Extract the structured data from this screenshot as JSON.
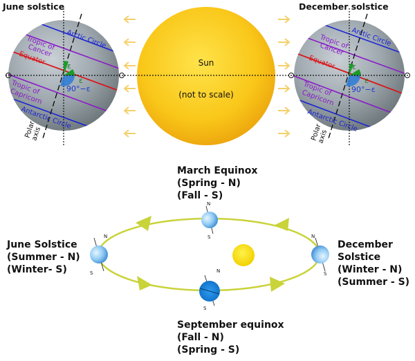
{
  "top": {
    "june_title": "June solstice",
    "december_title": "December solstice",
    "sun_label": "Sun",
    "sun_note": "(not to scale)",
    "globe_labels": {
      "arctic": "Arctic Circle",
      "cancer_1": "Tropic of",
      "cancer_2": "Cancer",
      "equator": "Equator",
      "capricorn_1": "Tropic of",
      "capricorn_2": "Capricorn",
      "antarctic": "Antarctic Circle",
      "polar_1": "Polar",
      "polar_2": "axis",
      "epsilon": "ε",
      "ninety": "90°−ε"
    }
  },
  "orbit": {
    "march": [
      "March Equinox",
      "(Spring - N)",
      "(Fall - S)"
    ],
    "june": [
      "June Solstice",
      "(Summer - N)",
      "(Winter- S)"
    ],
    "december": [
      "December",
      "Solstice",
      "(Winter - N)",
      "(Summer - S)"
    ],
    "september": [
      "September equinox",
      "(Fall - N)",
      "(Spring - S)"
    ],
    "north": "N",
    "south": "S"
  },
  "colors": {
    "sun": "#f6c21a",
    "arrows": "#f4d06a",
    "arctic": "#1a22d6",
    "tropic": "#8a1ac8",
    "equator": "#d8161a",
    "orbit": "#c9d33a",
    "planet": "#3a9ae6"
  }
}
